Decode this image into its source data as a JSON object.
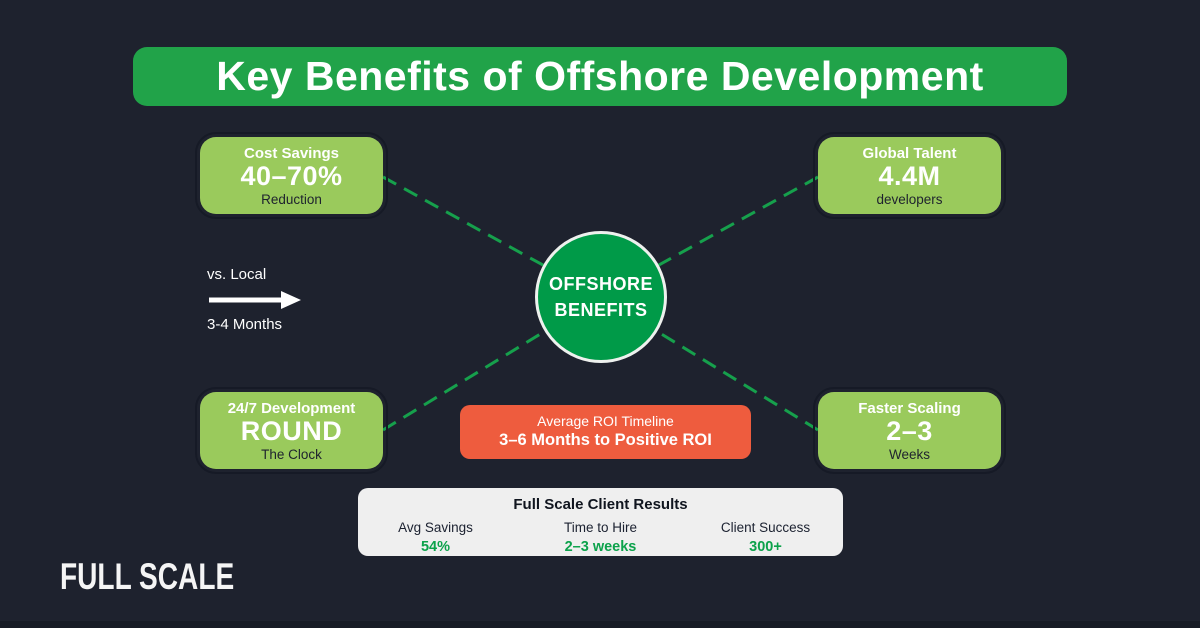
{
  "title": {
    "text": "Key Benefits of Offshore Development"
  },
  "center": {
    "line1": "OFFSHORE",
    "line2": "BENEFITS"
  },
  "nodes": {
    "cost_savings": {
      "title": "Cost Savings",
      "value": "40–70%",
      "caption": "Reduction"
    },
    "global_talent": {
      "title": "Global Talent",
      "value": "4.4M",
      "caption": "developers"
    },
    "round_clock": {
      "title": "24/7 Development",
      "value": "ROUND",
      "caption": "The Clock"
    },
    "faster_scaling": {
      "title": "Faster Scaling",
      "value": "2–3",
      "caption": "Weeks"
    }
  },
  "comparison": {
    "top": "vs. Local",
    "bottom": "3-4 Months"
  },
  "roi": {
    "title": "Average ROI Timeline",
    "value": "3–6 Months to Positive ROI"
  },
  "results": {
    "title": "Full Scale Client Results",
    "stats": [
      {
        "label": "Avg Savings",
        "value": "54%"
      },
      {
        "label": "Time to Hire",
        "value": "2–3 weeks"
      },
      {
        "label": "Client Success",
        "value": "300+"
      }
    ]
  },
  "logo": {
    "text": "FULL SCALE"
  },
  "colors": {
    "background": "#1e222e",
    "banner_green": "#21a349",
    "circle_green": "#009a48",
    "node_green": "#9aca5c",
    "connector_green": "#16a04c",
    "roi_orange": "#ee5c3e",
    "results_bg": "#efefef",
    "stat_green": "#0ca24b",
    "text_white": "#ffffff",
    "text_dark": "#1e222e"
  }
}
